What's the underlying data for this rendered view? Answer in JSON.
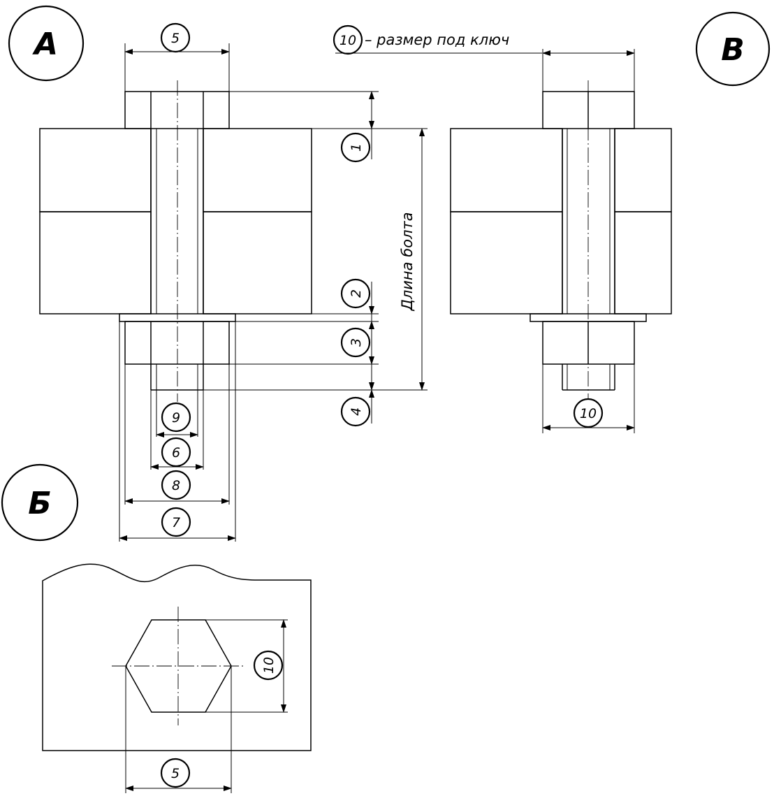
{
  "views": {
    "a": "А",
    "b": "Б",
    "v": "В"
  },
  "callouts": {
    "c1": "1",
    "c2": "2",
    "c3": "3",
    "c4": "4",
    "c5": "5",
    "c6": "6",
    "c7": "7",
    "c8": "8",
    "c9": "9",
    "c10": "10"
  },
  "legend": {
    "num": "10",
    "text": "– размер под ключ"
  },
  "labels": {
    "bolt_length": "Длина болта"
  }
}
